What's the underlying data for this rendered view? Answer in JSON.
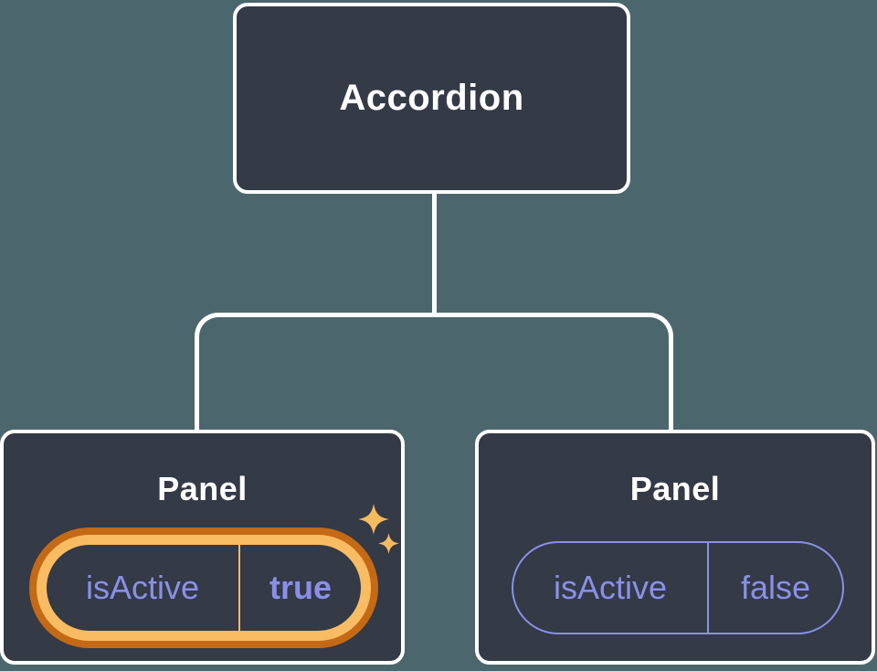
{
  "diagram": {
    "title": "component-tree",
    "root": {
      "label": "Accordion"
    },
    "panels": [
      {
        "label": "Panel",
        "prop_name": "isActive",
        "prop_value": "true",
        "state": "active-highlighted"
      },
      {
        "label": "Panel",
        "prop_name": "isActive",
        "prop_value": "false",
        "state": "inactive"
      }
    ]
  },
  "icons": {
    "sparkle_large": "sparkle-icon",
    "sparkle_small": "sparkle-icon"
  },
  "colors": {
    "background": "#4C666D",
    "card": "#343A46",
    "connector": "#FFFFFF",
    "text_primary": "#FFFFFF",
    "prop_purple": "#8A90E8",
    "highlight_ring_outer": "#C46A16",
    "highlight_ring_inner": "#F9BC62",
    "sparkle": "#F8BA60"
  }
}
